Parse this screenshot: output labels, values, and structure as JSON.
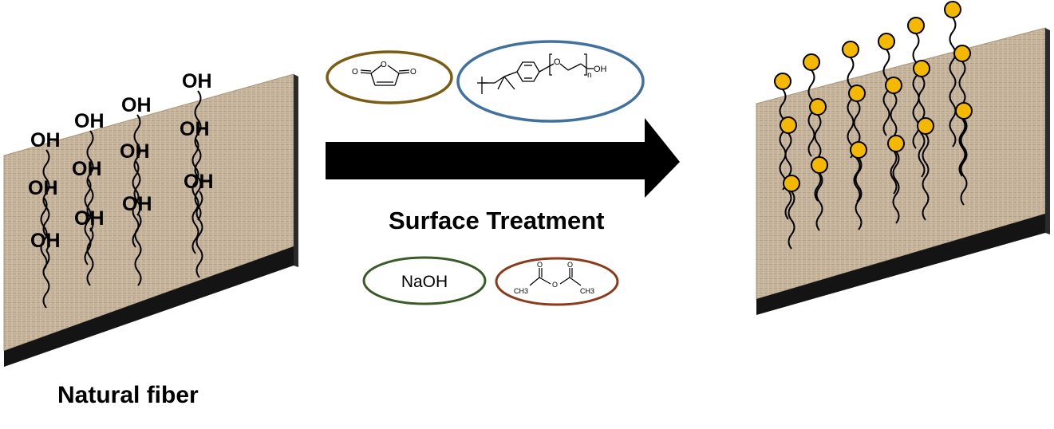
{
  "left_panel": {
    "caption": "Natural fiber",
    "group_label": "OH"
  },
  "process": {
    "label": "Surface Treatment"
  },
  "reagents": {
    "naoh": "NaOH",
    "triton_subscript": "n",
    "triton_end": "OH",
    "ring_atom": "O",
    "anhydride_left": "CH3",
    "anhydride_right": "CH3"
  },
  "colors": {
    "maleic_ellipse": "#7a5c14",
    "triton_ellipse": "#41719c",
    "naoh_ellipse": "#3a5a2a",
    "anhydride_ellipse": "#8b3a1a",
    "grafted_group": "#f5b800",
    "arrow": "#000000"
  }
}
